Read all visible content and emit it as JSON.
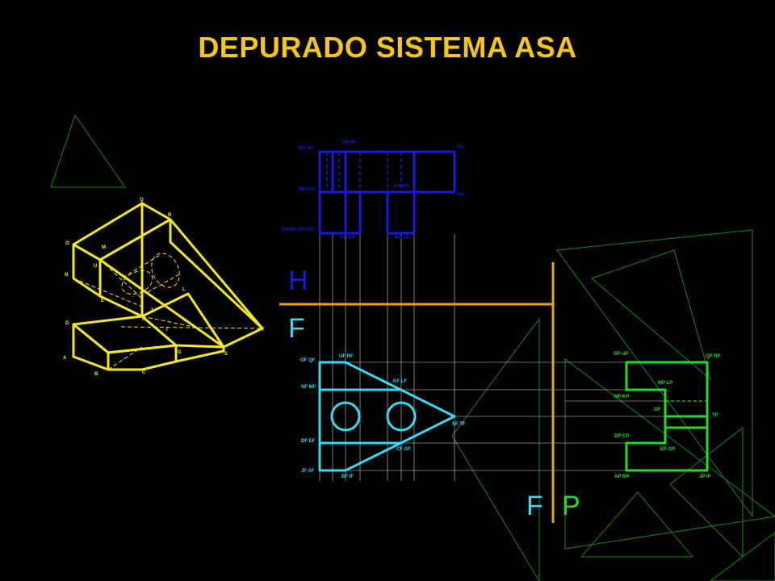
{
  "title": "DEPURADO SISTEMA ASA",
  "colors": {
    "background": "#000000",
    "title": "#f5c518",
    "iso": "#f0e62a",
    "plan": "#1818e0",
    "elevation": "#38d8f0",
    "profile": "#28d828",
    "axis": "#e8a020",
    "guides": "#d8d8d8",
    "decor": "#1e6e1e"
  },
  "planes": {
    "h": "H",
    "f_top": "F",
    "f_bottom": "F",
    "p": "P"
  },
  "iso_labels": {
    "q": "Q",
    "r": "R",
    "o": "O",
    "m": "M",
    "u": "U",
    "n": "N",
    "l": "L",
    "e": "E",
    "j": "J",
    "k": "K",
    "d": "D",
    "i": "I",
    "t": "T",
    "a": "A",
    "g": "G",
    "s": "S",
    "b": "B",
    "c": "C"
  },
  "plan_labels": {
    "qh": "QH JH",
    "rh": "RH IH",
    "th": "TH",
    "mh": "MH EH",
    "lh": "LH GH",
    "sh": "SH",
    "oh": "OH NH DH AH",
    "uh": "UH BH",
    "kh": "KH CH"
  },
  "front_labels": {
    "uf": "UF RF",
    "of": "OF QF",
    "kf": "KF LF",
    "nf": "NF MF",
    "sf": "SF TF",
    "df": "DF EF",
    "cf": "CF GF",
    "jf": "JF AF",
    "bf": "BF IF"
  },
  "side_labels": {
    "op": "OP UP",
    "qp": "QP RP",
    "mp": "MP LP",
    "np": "NP KP",
    "sp": "SP",
    "tp": "TP",
    "dp": "DP CP",
    "ep": "EP GP",
    "ap": "AP BP",
    "jp": "JP IP"
  }
}
